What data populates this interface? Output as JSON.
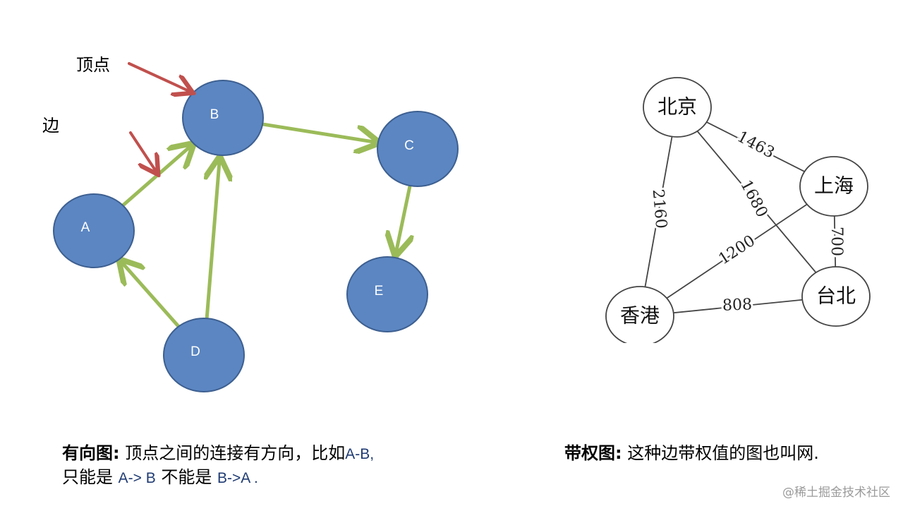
{
  "directed_graph": {
    "callouts": {
      "vertex": "顶点",
      "edge": "边"
    },
    "nodes": [
      {
        "id": "A",
        "label": "A"
      },
      {
        "id": "B",
        "label": "B"
      },
      {
        "id": "C",
        "label": "C"
      },
      {
        "id": "D",
        "label": "D"
      },
      {
        "id": "E",
        "label": "E"
      }
    ],
    "edges": [
      {
        "from": "A",
        "to": "B"
      },
      {
        "from": "B",
        "to": "C"
      },
      {
        "from": "C",
        "to": "E"
      },
      {
        "from": "D",
        "to": "A"
      },
      {
        "from": "D",
        "to": "B"
      }
    ],
    "caption": {
      "title": "有向图:",
      "line1_text": "顶点之间的连接有方向，比如",
      "line1_example": "A-B,",
      "line2_a": "只能是 ",
      "line2_b": "A-> B",
      "line2_c": " 不能是 ",
      "line2_d": "B->A",
      "line2_e": " ."
    }
  },
  "weighted_graph": {
    "nodes": [
      {
        "id": "beijing",
        "label": "北京"
      },
      {
        "id": "shanghai",
        "label": "上海"
      },
      {
        "id": "xianggang",
        "label": "香港"
      },
      {
        "id": "taibei",
        "label": "台北"
      }
    ],
    "edges": [
      {
        "from": "beijing",
        "to": "shanghai",
        "weight": "1463"
      },
      {
        "from": "beijing",
        "to": "taibei",
        "weight": "1680"
      },
      {
        "from": "beijing",
        "to": "xianggang",
        "weight": "2160"
      },
      {
        "from": "shanghai",
        "to": "xianggang",
        "weight": "1200"
      },
      {
        "from": "shanghai",
        "to": "taibei",
        "weight": "700"
      },
      {
        "from": "xianggang",
        "to": "taibei",
        "weight": "808"
      }
    ],
    "caption": {
      "title": "带权图:",
      "text": "这种边带权值的图也叫网."
    }
  },
  "watermark": "@稀土掘金技术社区",
  "colors": {
    "node_fill": "#5b86c2",
    "node_stroke": "#3d5f90",
    "edge_arrow": "#9bbb59",
    "callout_arrow": "#c0504d",
    "weighted_stroke": "#444444"
  }
}
